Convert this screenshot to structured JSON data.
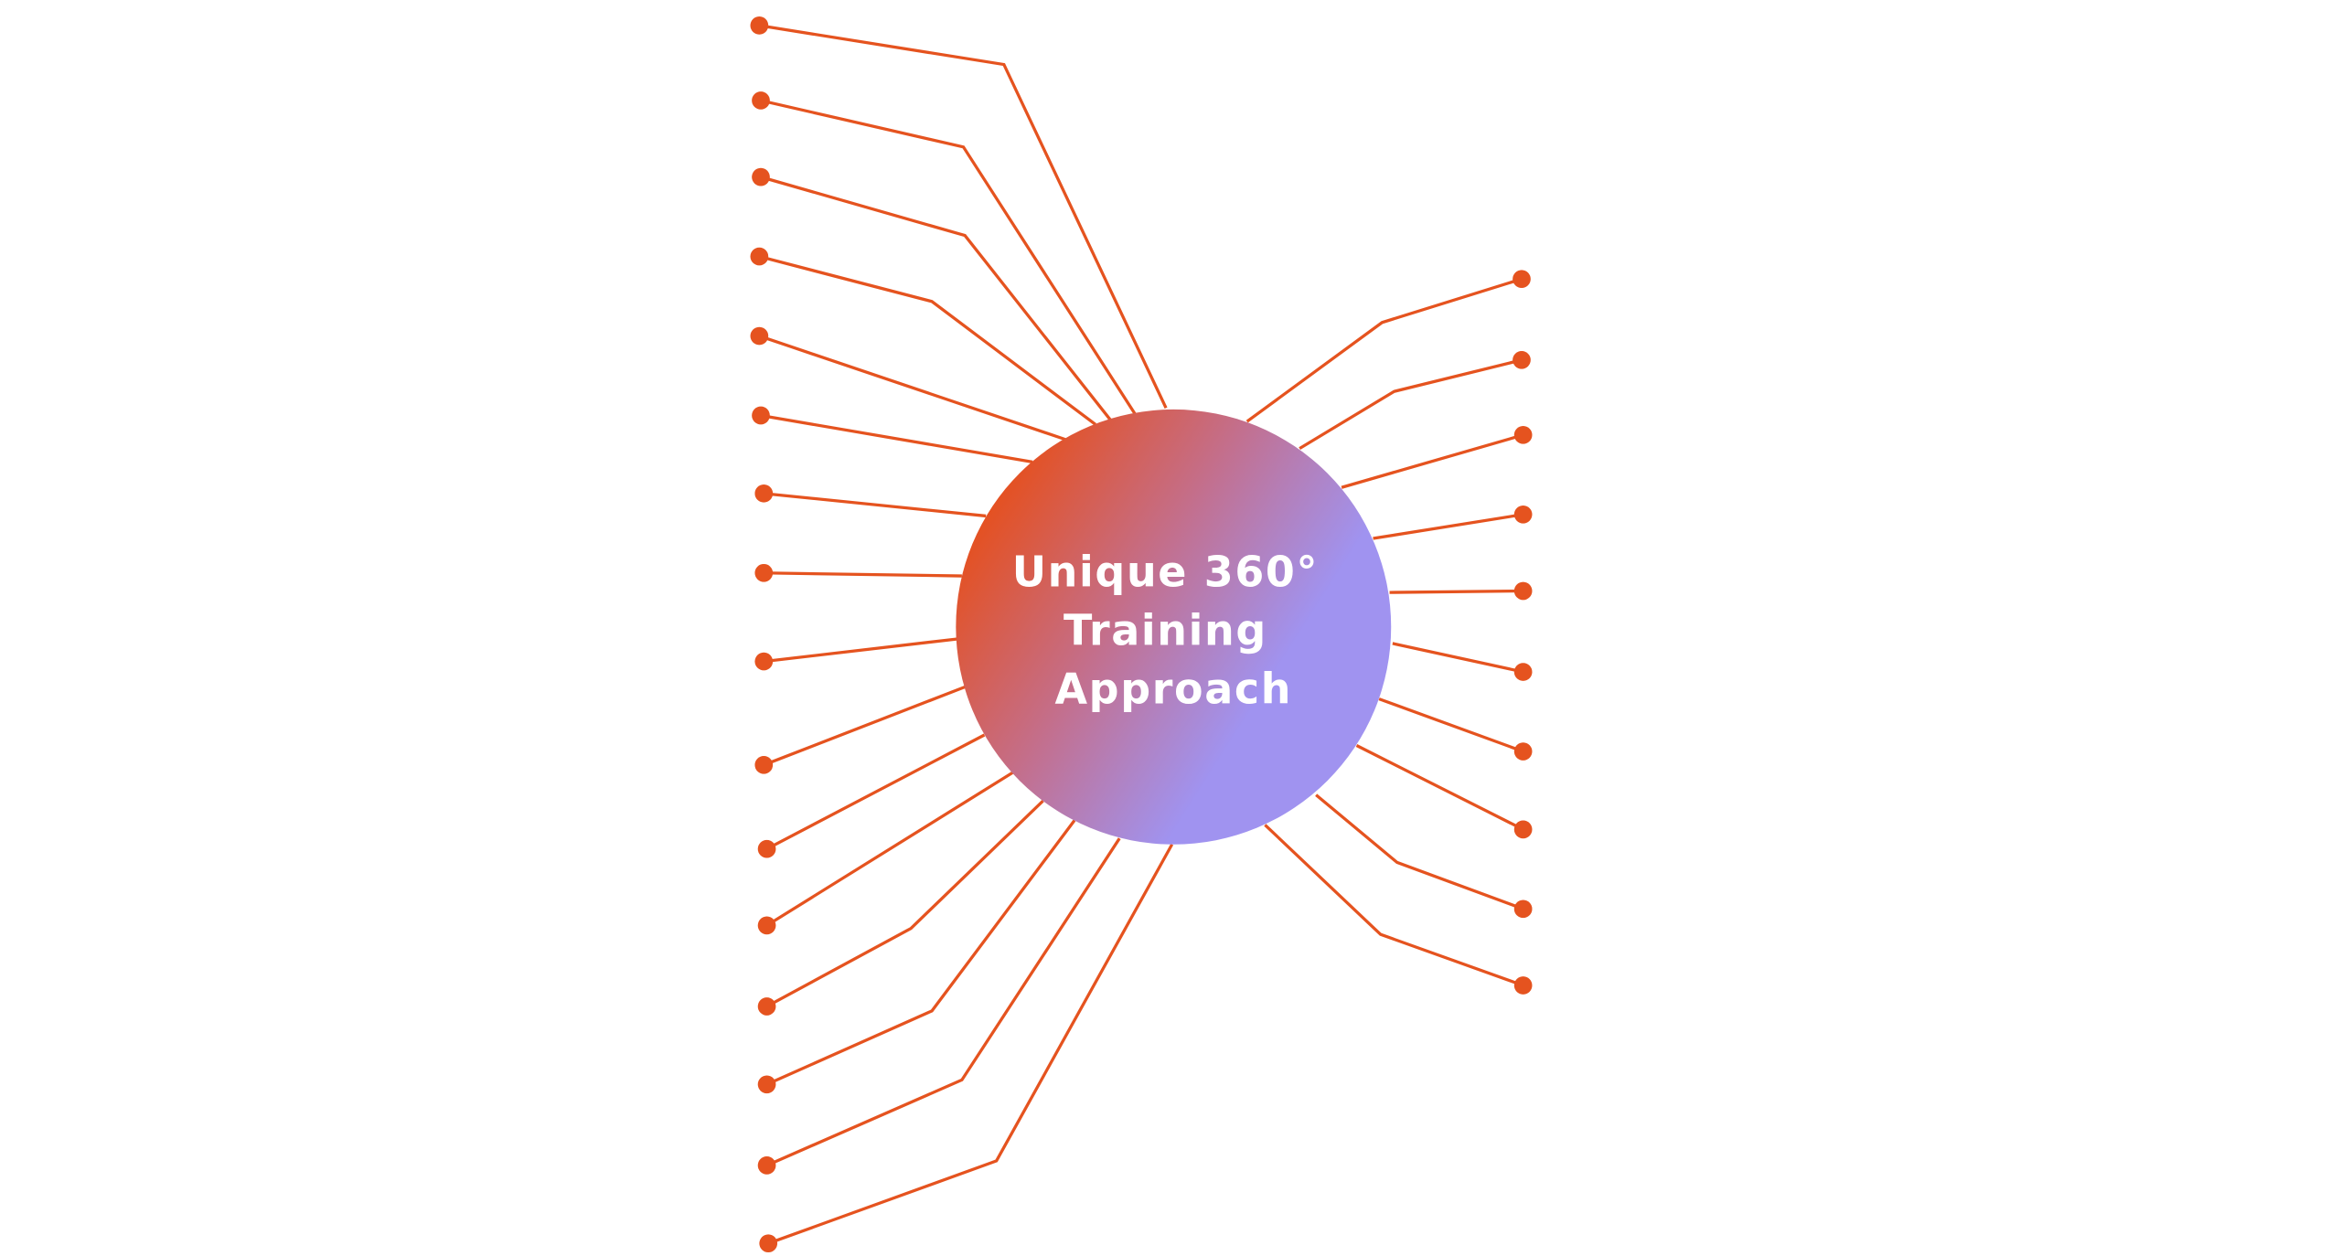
{
  "hub": {
    "title_lines": [
      "Unique 360°",
      "Training",
      "Approach"
    ]
  },
  "colors": {
    "connector": "#E5531F",
    "node": "#E5531F",
    "gradient_start": "#E5501F",
    "gradient_mid": "#C27090",
    "gradient_end": "#A093F0",
    "title": "#FFFFFF",
    "background": "#FFFFFF"
  },
  "branches": {
    "left_count": 16,
    "right_count": 10
  }
}
